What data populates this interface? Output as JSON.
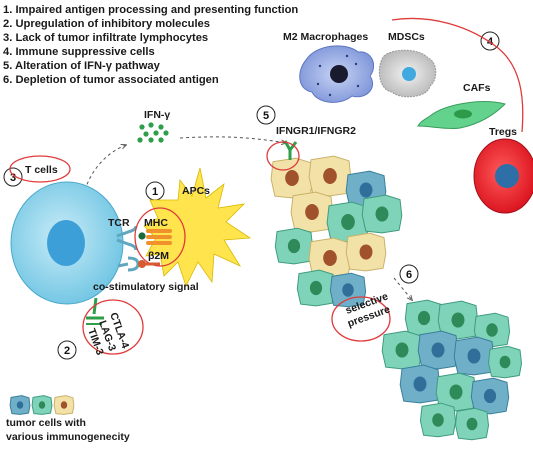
{
  "legend": [
    "1. Impaired antigen processing and presenting function",
    "2. Upregulation of inhibitory molecules",
    "3. Lack of tumor infiltrate lymphocytes",
    "4. Immune suppressive cells",
    "5. Alteration of IFN-γ pathway",
    "6. Depletion of tumor associated antigen"
  ],
  "numbers": [
    "1",
    "2",
    "3",
    "4",
    "5",
    "6"
  ],
  "labels": {
    "t_cells": "T cells",
    "ifn_gamma": "IFN-γ",
    "ifngr": "IFNGR1/IFNGR2",
    "apcs": "APCs",
    "tcr": "TCR",
    "mhc": "MHC",
    "b2m": "β2M",
    "costim": "co-stimulatory signal",
    "ctla4": "CTLA-4",
    "lag3": "LAG-3",
    "tim3": "TIM-3",
    "m2": "M2 Macrophages",
    "mdscs": "MDSCs",
    "cafs": "CAFs",
    "tregs": "Tregs",
    "selective_line1": "selective",
    "selective_line2": "pressure",
    "tumor_caption_line1": "tumor cells with",
    "tumor_caption_line2": "various immunogenecity"
  },
  "colors": {
    "cell_blue": "#8dd3ea",
    "nucleus_blue": "#4a9fd8",
    "apc_yellow": "#ffe44d",
    "highlight_red": "#e03a3a",
    "mhc_orange": "#f0922b",
    "receptor_green": "#2e9e4a",
    "tumor_cream": "#f3e2a8",
    "tumor_teal": "#7fd3b8",
    "tumor_steel": "#6fb0c8",
    "treg_red": "#e01f2a",
    "caf_green": "#62d28c"
  }
}
